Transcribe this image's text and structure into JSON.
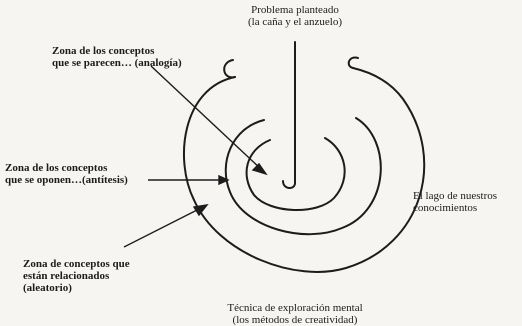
{
  "labels": {
    "problem": {
      "line1": "Problema planteado",
      "line2": "(la caña y el anzuelo)"
    },
    "analogy": {
      "line1": "Zona de los conceptos",
      "line2": "que se parecen… (analogía)"
    },
    "antithesis": {
      "line1": "Zona de los conceptos",
      "line2": "que se oponen…(antítesis)"
    },
    "random": {
      "line1": "Zona de conceptos que",
      "line2": "están relacionados",
      "line3": "(aleatorio)"
    },
    "lake": {
      "line1": "El lago de nuestros",
      "line2": "conocimientos"
    },
    "technique": {
      "line1": "Técnica de exploración mental",
      "line2": "(los métodos de creatividad)"
    }
  },
  "colors": {
    "ink": "#1c1c1c",
    "paper": "#f6f5f1"
  }
}
